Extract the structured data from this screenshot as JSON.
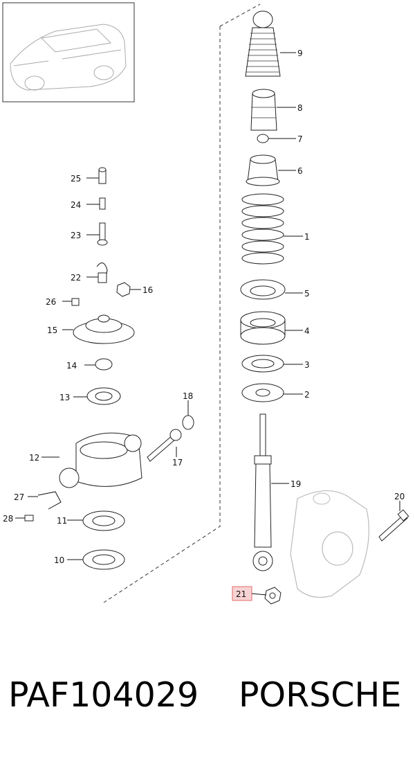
{
  "callouts": [
    "1",
    "2",
    "3",
    "4",
    "5",
    "6",
    "7",
    "8",
    "9",
    "10",
    "11",
    "12",
    "13",
    "14",
    "15",
    "16",
    "17",
    "18",
    "19",
    "20",
    "21",
    "22",
    "23",
    "24",
    "25",
    "26",
    "27",
    "28"
  ],
  "highlight_color": "#e36a6a",
  "caption": {
    "part_number": "PAF104029",
    "brand": "PORSCHE"
  }
}
